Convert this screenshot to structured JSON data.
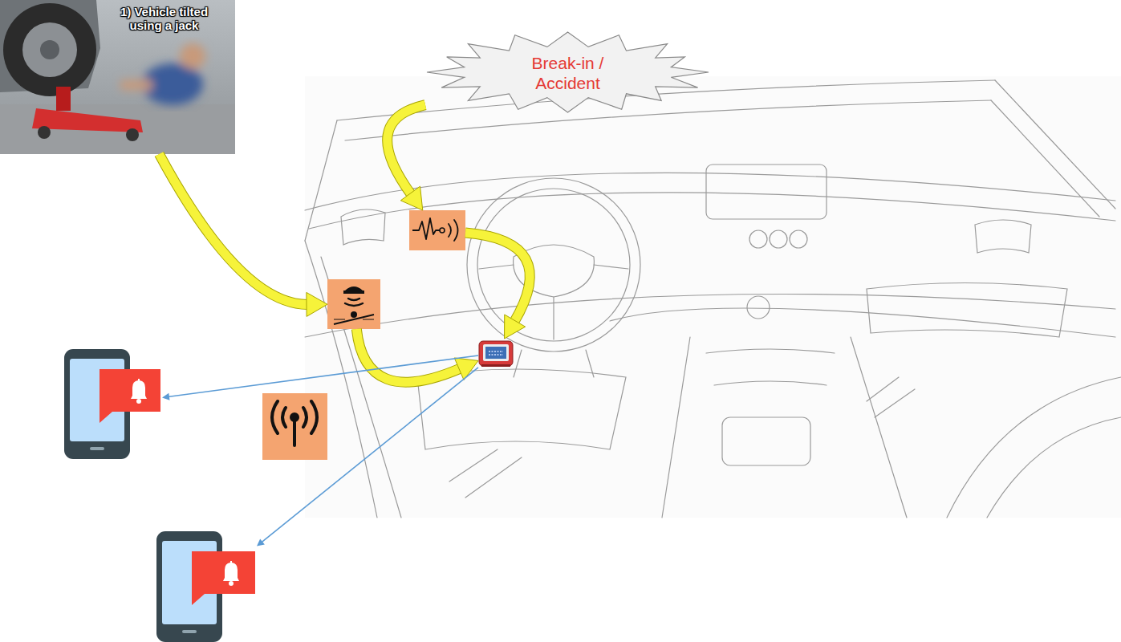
{
  "diagram": {
    "nodes": [
      {
        "text": [
          "1) Vehicle tilted using a jack"
        ]
      },
      {
        "text": [
          "Break-in / Accident"
        ]
      },
      {
        "text": []
      },
      {
        "text": []
      },
      {
        "text": []
      },
      {
        "text": []
      },
      {
        "text": []
      }
    ],
    "edges": [
      {
        "from": 0,
        "to": 3,
        "arrow": "to"
      },
      {
        "from": 1,
        "to": 2,
        "arrow": "to"
      },
      {
        "from": 2,
        "to": 4,
        "arrow": "to"
      },
      {
        "from": 3,
        "to": 4,
        "arrow": "to"
      },
      {
        "from": 4,
        "to": 5,
        "arrow": "to"
      },
      {
        "from": 4,
        "to": 6,
        "arrow": "to"
      }
    ]
  }
}
